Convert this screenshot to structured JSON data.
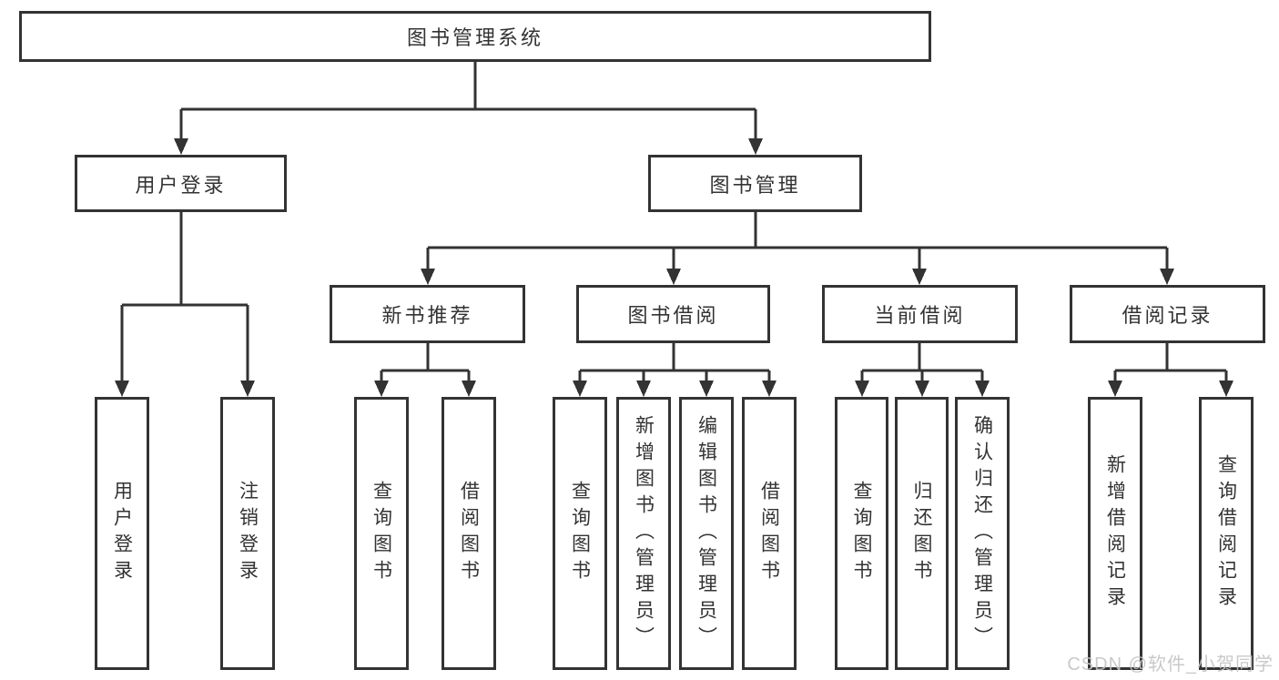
{
  "colors": {
    "line": "#333333",
    "text": "#333333",
    "node_background": "#ffffff",
    "page_background": "#ffffff",
    "watermark_text": "#c4c4c4"
  },
  "watermark": {
    "text": "CSDN @软件_小贺同学"
  },
  "tree": {
    "label": "图书管理系统",
    "children": [
      {
        "label": "用户登录",
        "children": [
          {
            "label": "用户登录"
          },
          {
            "label": "注销登录"
          }
        ]
      },
      {
        "label": "图书管理",
        "children": [
          {
            "label": "新书推荐",
            "children": [
              {
                "label": "查询图书"
              },
              {
                "label": "借阅图书"
              }
            ]
          },
          {
            "label": "图书借阅",
            "children": [
              {
                "label": "查询图书"
              },
              {
                "label": "新增图书（管理员）"
              },
              {
                "label": "编辑图书（管理员）"
              },
              {
                "label": "借阅图书"
              }
            ]
          },
          {
            "label": "当前借阅",
            "children": [
              {
                "label": "查询图书"
              },
              {
                "label": "归还图书"
              },
              {
                "label": "确认归还（管理员）"
              }
            ]
          },
          {
            "label": "借阅记录",
            "children": [
              {
                "label": "新增借阅记录"
              },
              {
                "label": "查询借阅记录"
              }
            ]
          }
        ]
      }
    ]
  }
}
